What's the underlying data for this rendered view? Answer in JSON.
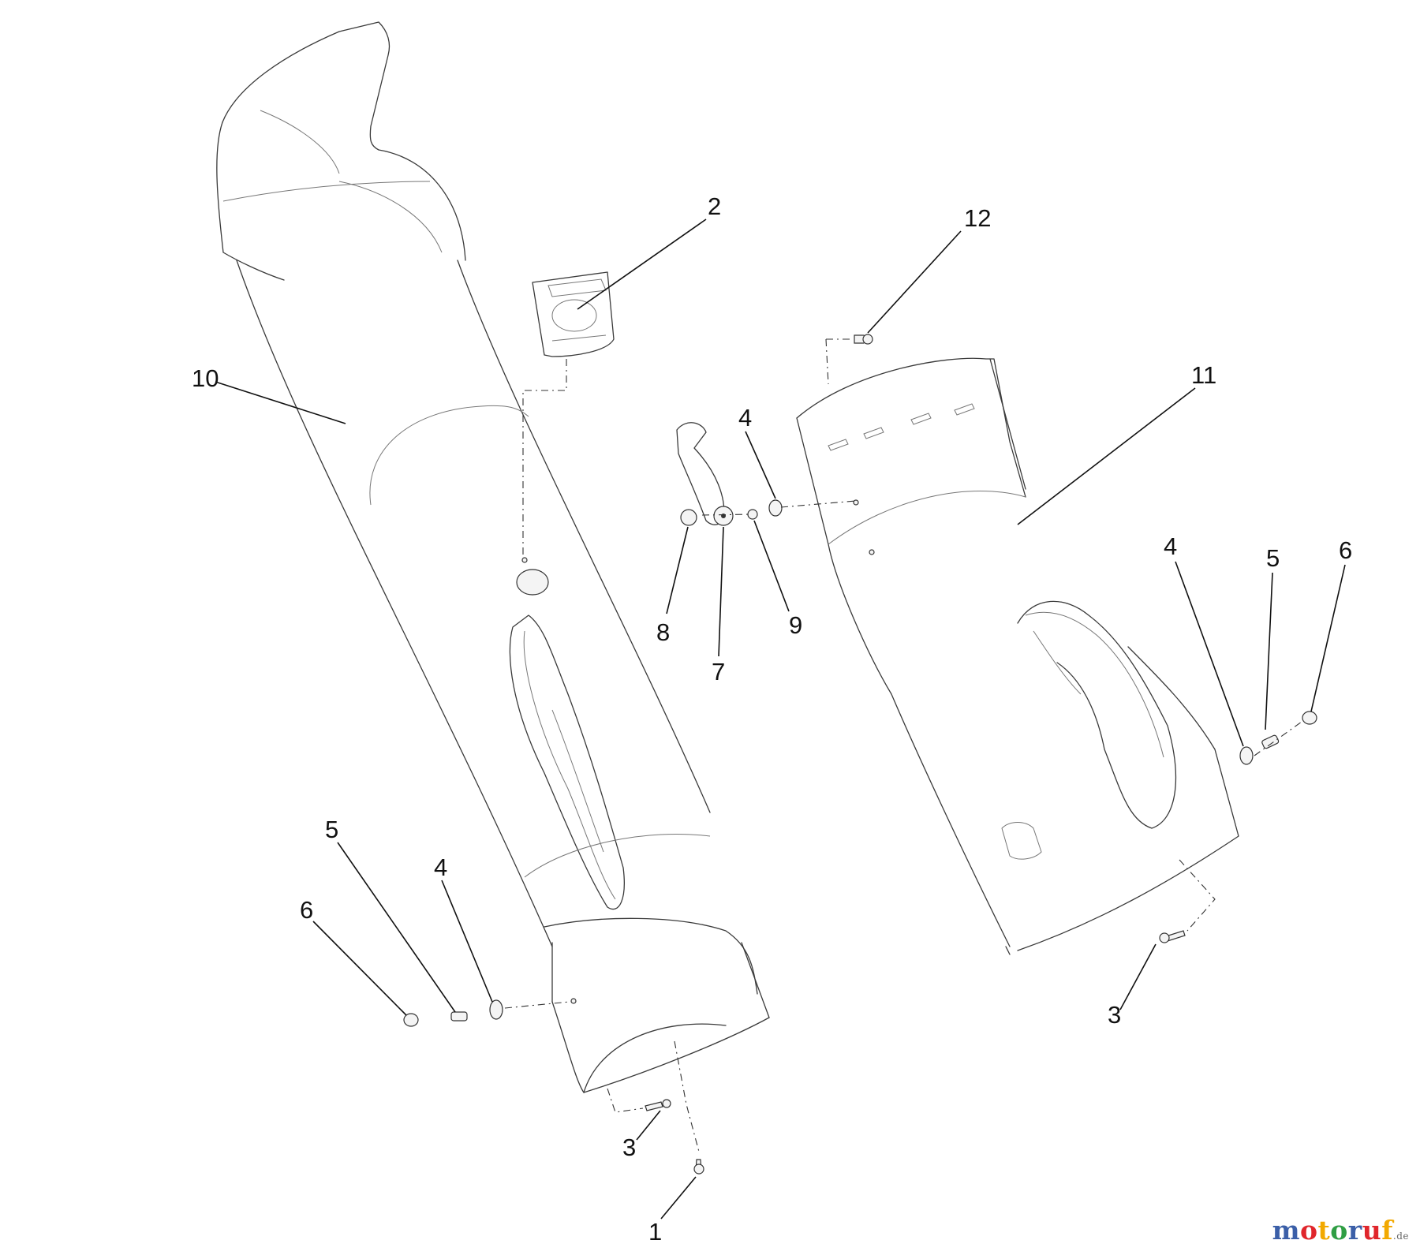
{
  "diagram": {
    "callouts": [
      {
        "id": "c1",
        "label": "1"
      },
      {
        "id": "c2",
        "label": "2"
      },
      {
        "id": "c3a",
        "label": "3"
      },
      {
        "id": "c3b",
        "label": "3"
      },
      {
        "id": "c4a",
        "label": "4"
      },
      {
        "id": "c4b",
        "label": "4"
      },
      {
        "id": "c4c",
        "label": "4"
      },
      {
        "id": "c5a",
        "label": "5"
      },
      {
        "id": "c5b",
        "label": "5"
      },
      {
        "id": "c6a",
        "label": "6"
      },
      {
        "id": "c6b",
        "label": "6"
      },
      {
        "id": "c7",
        "label": "7"
      },
      {
        "id": "c8",
        "label": "8"
      },
      {
        "id": "c9",
        "label": "9"
      },
      {
        "id": "c10",
        "label": "10"
      },
      {
        "id": "c11",
        "label": "11"
      },
      {
        "id": "c12",
        "label": "12"
      }
    ]
  },
  "watermark": {
    "letters": [
      "m",
      "o",
      "t",
      "o",
      "r",
      "u",
      "f"
    ],
    "colors": [
      "#3b5fa8",
      "#e0262c",
      "#f2a900",
      "#2f9e44",
      "#3b5fa8",
      "#e0262c",
      "#f2a900"
    ],
    "suffix": ".de"
  }
}
